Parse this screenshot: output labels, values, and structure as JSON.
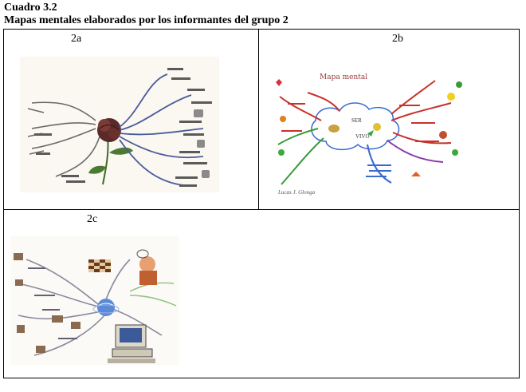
{
  "document": {
    "heading": "Cuadro 3.2",
    "subheading": "Mapas mentales elaborados por los informantes del grupo 2"
  },
  "cells": {
    "a_label": "2a",
    "b_label": "2b",
    "c_label": "2c"
  },
  "map_b": {
    "title": "Mapa mental",
    "center_top": "SER",
    "center_bottom": "VIVO",
    "signature": "Lucas J. Glonga"
  },
  "colors": {
    "rose": "#5a2a2a",
    "branch_blue": "#4a5c9a",
    "branch_red": "#c8322a",
    "branch_green": "#3a9a3a",
    "branch_purple": "#8a3aa8",
    "cloud_blue": "#3a6ad0"
  }
}
